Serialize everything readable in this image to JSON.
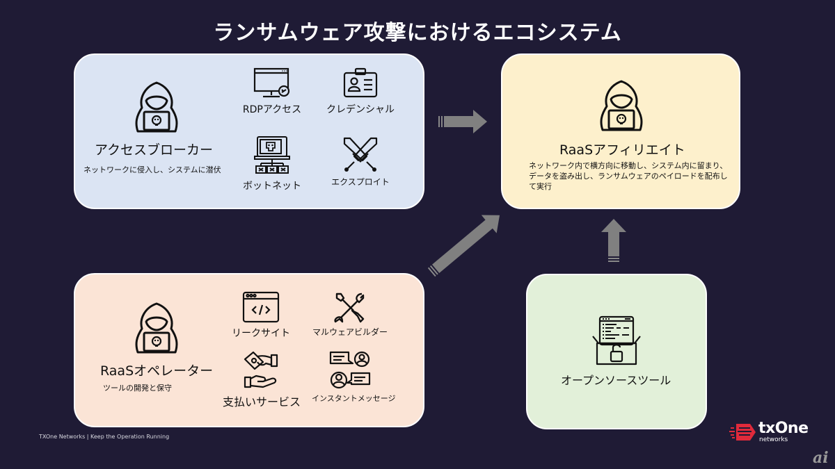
{
  "title": "ランサムウェア攻撃におけるエコシステム",
  "panels": {
    "access_broker": {
      "label": "アクセスブローカー",
      "description": "ネットワークに侵入し、システムに潜伏",
      "icon": "hacker-icon",
      "color": "#dbe4f3",
      "items": [
        {
          "label": "RDPアクセス",
          "icon": "remote-desktop-icon"
        },
        {
          "label": "クレデンシャル",
          "icon": "id-badge-icon"
        },
        {
          "label": "ボットネット",
          "icon": "botnet-icon"
        },
        {
          "label": "エクスプロイト",
          "icon": "crossed-swords-icon"
        }
      ]
    },
    "affiliate": {
      "label": "RaaSアフィリエイト",
      "description": "ネットワーク内で横方向に移動し、システム内に留まり、データを盗み出し、ランサムウェアのペイロードを配布して実行",
      "icon": "hacker-icon",
      "color": "#fdf0cc"
    },
    "operator": {
      "label": "RaaSオペレーター",
      "description": "ツールの開発と保守",
      "icon": "hacker-icon",
      "color": "#fbe4d6",
      "items": [
        {
          "label": "リークサイト",
          "icon": "code-window-icon"
        },
        {
          "label": "マルウェアビルダー",
          "icon": "tools-icon"
        },
        {
          "label": "支払いサービス",
          "icon": "payment-hand-icon"
        },
        {
          "label": "インスタントメッセージ",
          "icon": "chat-users-icon"
        }
      ]
    },
    "open_source": {
      "label": "オープンソースツール",
      "icon": "open-box-code-icon",
      "color": "#e2f0d9"
    }
  },
  "footer": {
    "text": "TXOne Networks  |  Keep the Operation Running"
  },
  "logo": {
    "name": "txOne",
    "sub": "networks",
    "accent": "#e02a3b"
  },
  "watermark": "ai",
  "colors": {
    "background": "#1f1b35",
    "arrow": "#808080"
  }
}
